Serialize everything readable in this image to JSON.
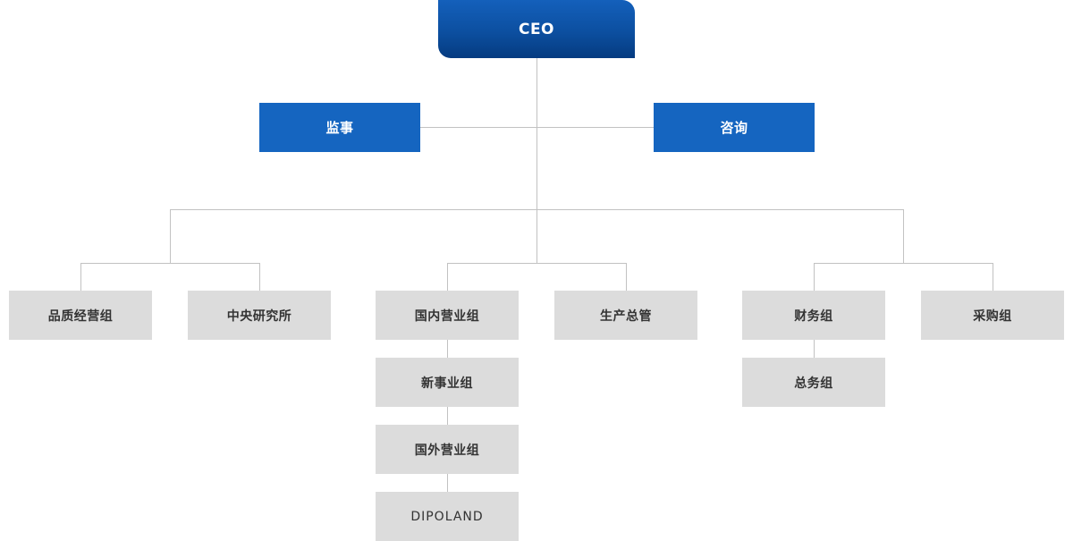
{
  "org": {
    "ceo": "CEO",
    "advisors": {
      "left": "监事",
      "right": "咨询"
    },
    "departments": {
      "quality": "品质经营组",
      "research": "中央研究所",
      "domestic_sales": "国内营业组",
      "new_business": "新事业组",
      "overseas_sales": "国外营业组",
      "dipoland": "DIPOLAND",
      "production": "生产总管",
      "finance": "财务组",
      "general_affairs": "总务组",
      "purchasing": "采购组"
    }
  },
  "colors": {
    "ceo_gradient_top": "#1460bb",
    "ceo_gradient_bottom": "#053b80",
    "advisor_box": "#1565c0",
    "department_box": "#dcdcdc",
    "connector_line": "#c2c2c2"
  }
}
